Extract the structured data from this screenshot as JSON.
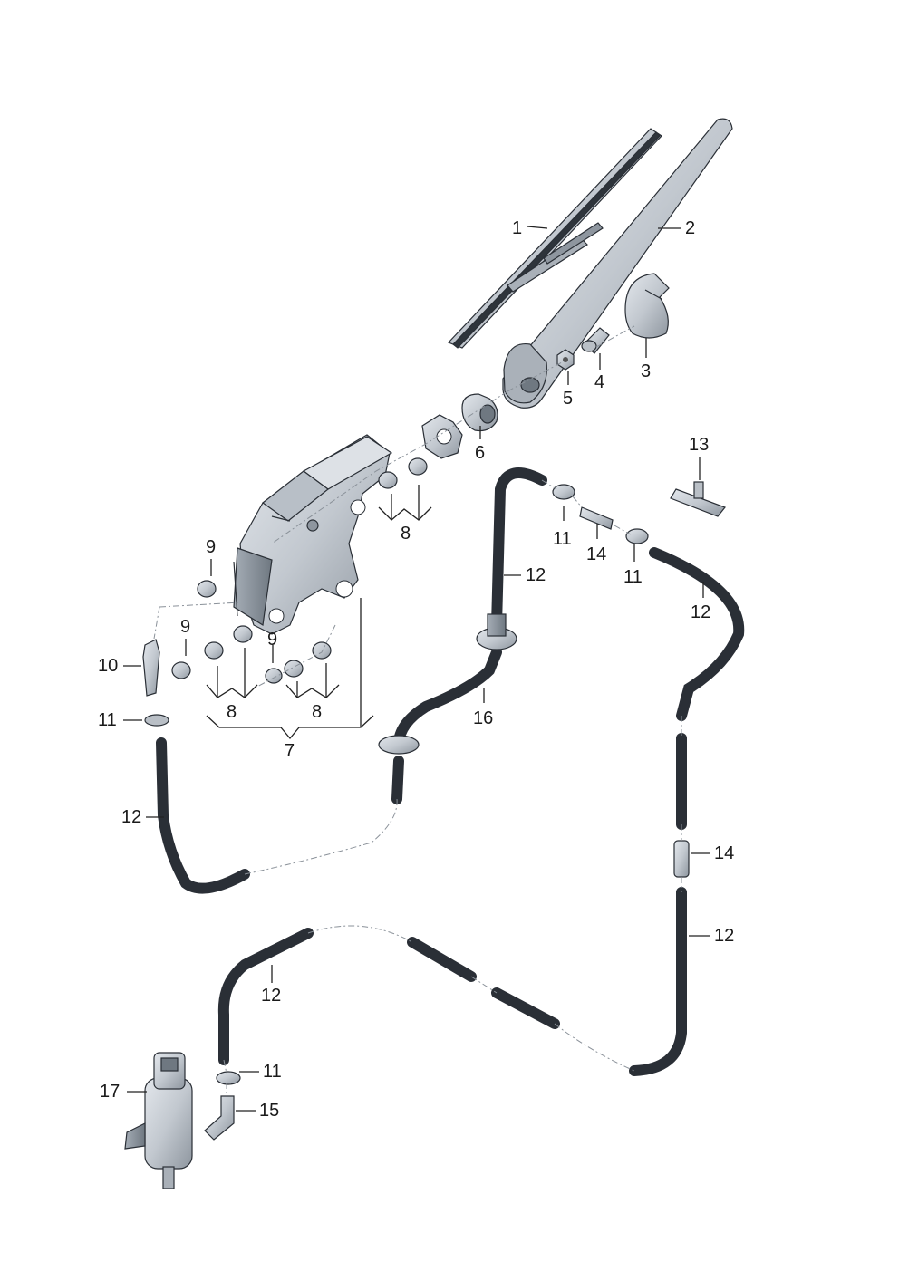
{
  "callouts": {
    "c1": "1",
    "c2": "2",
    "c3": "3",
    "c4": "4",
    "c5": "5",
    "c6": "6",
    "c7": "7",
    "c8": "8",
    "c9": "9",
    "c10": "10",
    "c11": "11",
    "c12": "12",
    "c13": "13",
    "c14": "14",
    "c15": "15",
    "c16": "16",
    "c17": "17"
  },
  "colors": {
    "part_fill": "#c9ced4",
    "part_dark": "#8e969f",
    "hose_fill": "#b9bfc6",
    "outline": "#2a2f36"
  },
  "icons": [
    "wiper-blade-icon",
    "wiper-arm-icon",
    "cap-icon",
    "washer-pump-icon",
    "wiper-motor-icon",
    "hose-icon"
  ]
}
